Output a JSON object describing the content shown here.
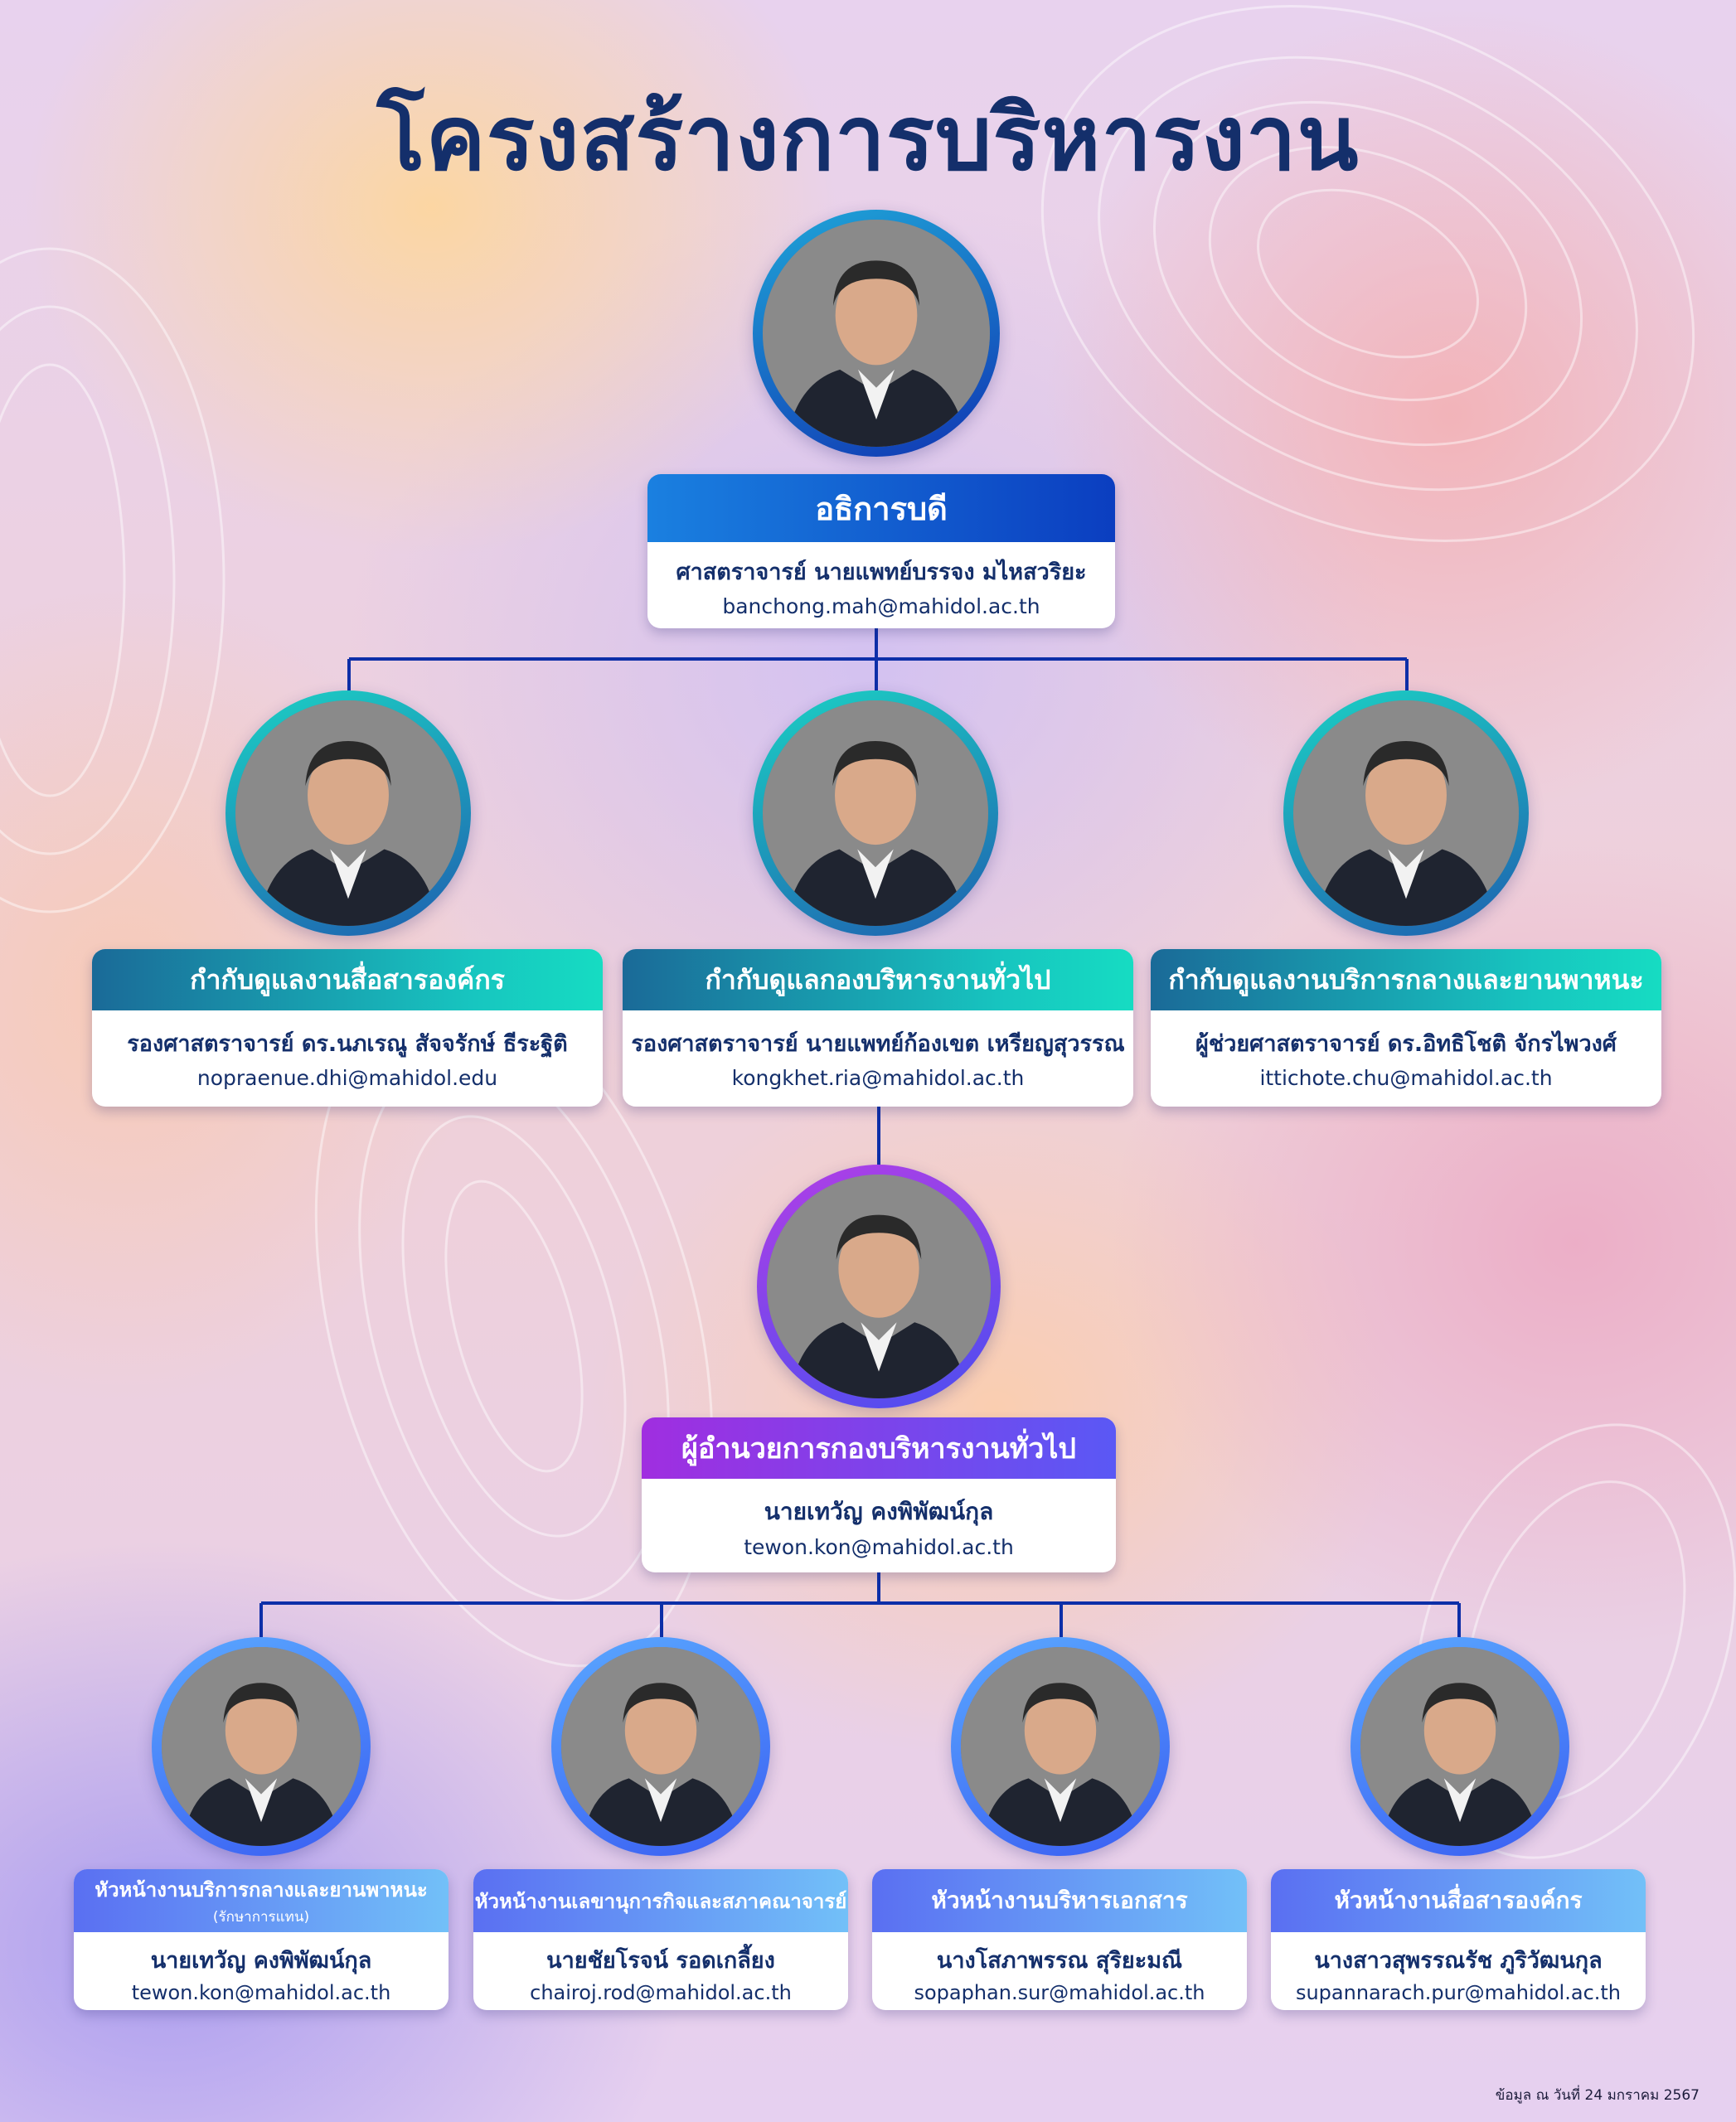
{
  "title": "โครงสร้างการบริหารงาน",
  "footer_note": "ข้อมูล ณ วันที่ 24 มกราคม 2567",
  "connector_color": "#0d2fa8",
  "director": {
    "position": "อธิการบดี",
    "name": "ศาสตราจารย์ นายแพทย์บรรจง มไหสวริยะ",
    "email": "banchong.mah@mahidol.ac.th"
  },
  "supervisors": [
    {
      "position": "กำกับดูแลงานสื่อสารองค์กร",
      "name": "รองศาสตราจารย์ ดร.นภเรณู สัจจรักษ์ ธีระฐิติ",
      "email": "nopraenue.dhi@mahidol.edu"
    },
    {
      "position": "กำกับดูแลกองบริหารงานทั่วไป",
      "name": "รองศาสตราจารย์ นายแพทย์ก้องเขต เหรียญสุวรรณ",
      "email": "kongkhet.ria@mahidol.ac.th"
    },
    {
      "position": "กำกับดูแลงานบริการกลางและยานพาหนะ",
      "name": "ผู้ช่วยศาสตราจารย์ ดร.อิทธิโชติ จักรไพวงศ์",
      "email": "ittichote.chu@mahidol.ac.th"
    }
  ],
  "division_director": {
    "position": "ผู้อำนวยการกองบริหารงานทั่วไป",
    "name": "นายเทวัญ  คงพิพัฒน์กุล",
    "email": "tewon.kon@mahidol.ac.th"
  },
  "heads": [
    {
      "position": "หัวหน้างานบริการกลางและยานพาหนะ",
      "note": "(รักษาการแทน)",
      "name": "นายเทวัญ  คงพิพัฒน์กุล",
      "email": "tewon.kon@mahidol.ac.th"
    },
    {
      "position": "หัวหน้างานเลขานุการกิจและสภาคณาจารย์",
      "note": "",
      "name": "นายชัยโรจน์  รอดเกลี้ยง",
      "email": "chairoj.rod@mahidol.ac.th"
    },
    {
      "position": "หัวหน้างานบริหารเอกสาร",
      "note": "",
      "name": "นางโสภาพรรณ  สุริยะมณี",
      "email": "sopaphan.sur@mahidol.ac.th"
    },
    {
      "position": "หัวหน้างานสื่อสารองค์กร",
      "note": "",
      "name": "นางสาวสุพรรณรัช  ภูริวัฒนกุล",
      "email": "supannarach.pur@mahidol.ac.th"
    }
  ]
}
